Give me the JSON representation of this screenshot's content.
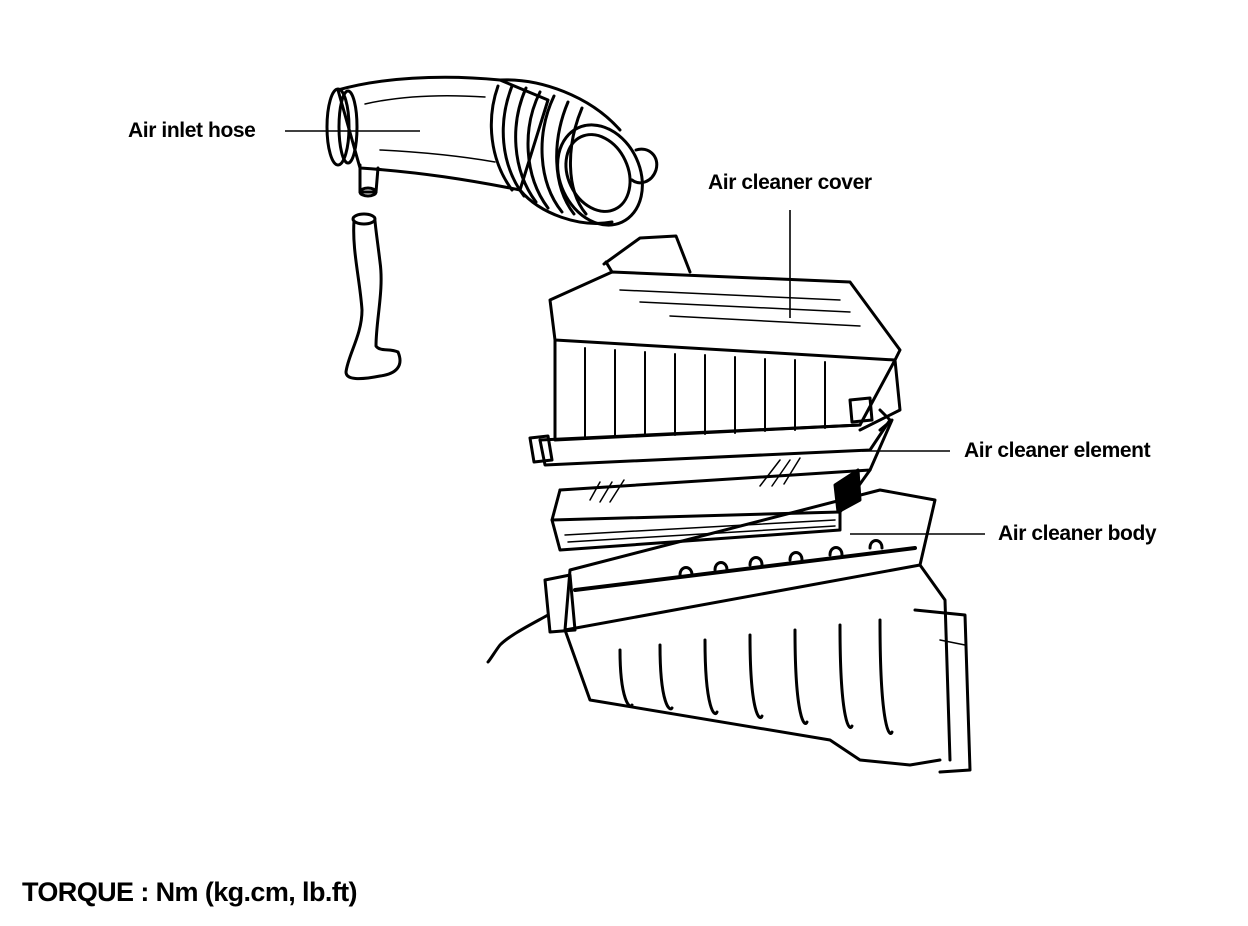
{
  "labels": {
    "air_inlet_hose": "Air inlet hose",
    "air_cleaner_cover": "Air cleaner cover",
    "air_cleaner_element": "Air cleaner element",
    "air_cleaner_body": "Air cleaner body"
  },
  "footer": {
    "torque_spec": "TORQUE : Nm (kg.cm, lb.ft)"
  },
  "colors": {
    "line": "#000000",
    "background": "#ffffff"
  }
}
